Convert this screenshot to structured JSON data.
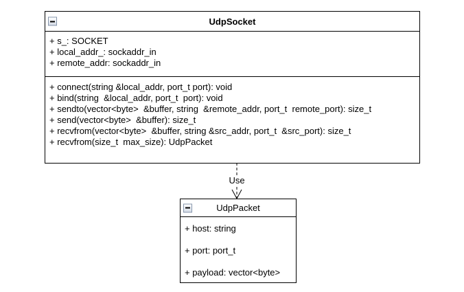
{
  "diagram": {
    "background_color": "#ffffff",
    "border_color": "#000000",
    "text_color": "#000000",
    "icons": {
      "collapse": {
        "name": "minus-icon",
        "glyph": "−"
      }
    }
  },
  "udp_socket": {
    "title": "UdpSocket",
    "attributes": [
      "+ s_: SOCKET",
      "+ local_addr_: sockaddr_in",
      "+ remote_addr: sockaddr_in"
    ],
    "methods": [
      "+ connect(string &local_addr, port_t port): void",
      "+ bind(string  &local_addr, port_t  port): void",
      "+ sendto(vector<byte>  &buffer, string  &remote_addr, port_t  remote_port): size_t",
      "+ send(vector<byte>  &buffer): size_t",
      "+ recvfrom(vector<byte>  &buffer, string &src_addr, port_t  &src_port): size_t",
      "+ recvfrom(size_t  max_size): UdpPacket"
    ]
  },
  "connector": {
    "label": "Use",
    "style": "dashed",
    "arrowhead": "open"
  },
  "udp_packet": {
    "title": "UdpPacket",
    "attributes": [
      "+ host: string",
      "+ port: port_t",
      "+ payload: vector<byte>"
    ]
  }
}
